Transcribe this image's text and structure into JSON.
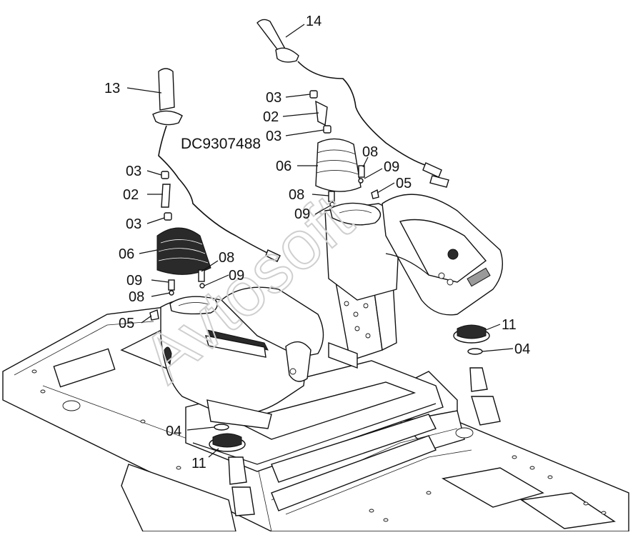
{
  "diagram": {
    "document_id": "DC9307488",
    "watermark": "Avtosoft",
    "callouts": [
      {
        "id": "c-14",
        "label": "14"
      },
      {
        "id": "c-13",
        "label": "13"
      },
      {
        "id": "c-03-r1",
        "label": "03"
      },
      {
        "id": "c-02-r",
        "label": "02"
      },
      {
        "id": "c-03-r2",
        "label": "03"
      },
      {
        "id": "c-06-r",
        "label": "06"
      },
      {
        "id": "c-08-r1",
        "label": "08"
      },
      {
        "id": "c-09-r1",
        "label": "09"
      },
      {
        "id": "c-05-r",
        "label": "05"
      },
      {
        "id": "c-08-r2",
        "label": "08"
      },
      {
        "id": "c-09-r2",
        "label": "09"
      },
      {
        "id": "c-03-l1",
        "label": "03"
      },
      {
        "id": "c-02-l",
        "label": "02"
      },
      {
        "id": "c-03-l2",
        "label": "03"
      },
      {
        "id": "c-06-l",
        "label": "06"
      },
      {
        "id": "c-08-l1",
        "label": "08"
      },
      {
        "id": "c-09-l1",
        "label": "09"
      },
      {
        "id": "c-08-l2",
        "label": "08"
      },
      {
        "id": "c-09-l2",
        "label": "09"
      },
      {
        "id": "c-05-l",
        "label": "05"
      },
      {
        "id": "c-11-r",
        "label": "11"
      },
      {
        "id": "c-04-r",
        "label": "04"
      },
      {
        "id": "c-04-l",
        "label": "04"
      },
      {
        "id": "c-11-l",
        "label": "11"
      }
    ]
  }
}
